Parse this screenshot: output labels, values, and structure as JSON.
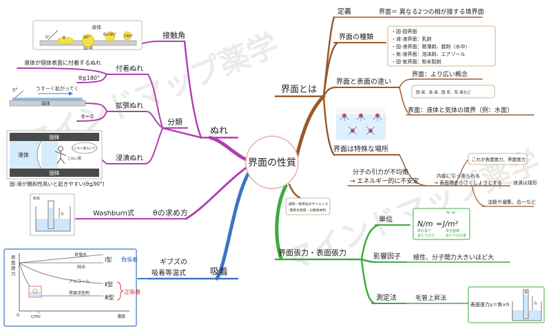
{
  "center": "界面の性質",
  "watermark": "マインドマップ薬学",
  "wet": {
    "title": "ぬれ",
    "contact_angle": "接触角",
    "contact_fig": {
      "liquid": "液体",
      "solid": "固体",
      "angles": [
        "0°",
        "θ",
        "90°",
        "θ>90°",
        "180°"
      ]
    },
    "classification": "分類",
    "adhesion": "付着ぬれ",
    "adhesion_desc": "液体が個体表面に付着するぬれ",
    "adhesion_cond": "θ≦180°",
    "spread": "拡張ぬれ",
    "spread_fig": {
      "angle": "0°",
      "desc": "うすーく拡がってく",
      "solid": "固体"
    },
    "spread_cond": "θ＝0",
    "immersion": "浸漬ぬれ",
    "immersion_fig": {
      "solid_top": "固体",
      "solid_bottom": "固体",
      "liquid": "液体",
      "bubble": "こっちへ来ないで…",
      "person": "こわい君"
    },
    "immersion_caption": "固-液が親和性高いと起きやすい(θ≦90°)",
    "theta_method": "θの求め方",
    "washburn": "Washburn式",
    "washburn_fig": {
      "label": "粉体",
      "h": "h"
    }
  },
  "adsorption": {
    "title": "吸着",
    "gibbs": [
      "ギブズの",
      "吸着等温式"
    ],
    "fig": {
      "y_label": [
        "表",
        "面",
        "張",
        "力"
      ],
      "x_origin": "0",
      "x_cmc": "cmc",
      "x_label": "濃度",
      "lines": [
        "食塩水",
        "純水",
        "アルコール",
        "界面活性剤"
      ],
      "types": [
        "Ⅰ型",
        "Ⅱ型",
        "Ⅲ型"
      ],
      "negative": "負吸着",
      "positive": "正吸着"
    }
  },
  "interface": {
    "title": "界面とは",
    "definition": "定義",
    "definition_text": "界面＝ 異なる2つの相が接する境界面",
    "types": "界面の種類",
    "type_list": [
      "・固-固界面",
      "・液-液界面：乳剤",
      "・固-液界面：懸濁剤、錠剤（水中）",
      "・気-液界面：泡沫剤、エアゾール",
      "・固-気界面：粉末製剤"
    ],
    "diff": "界面と表面の違い",
    "diff_interface": "界面：より広い概念",
    "diff_examples": "固-液、液-液、固-気、気-液など",
    "diff_surface": "表面：液体と気体の境界（例：水面）",
    "special": "界面は特殊な場所",
    "imbalance": [
      "分子の引力が不均衡",
      "→ エネルギー的に不安定"
    ],
    "note": "これが表面張力、界面張力",
    "inward": [
      "内部に引っ張られる",
      "→ 表面積を小さくしようとする"
    ],
    "sphere": "液滴は球形",
    "result": "沈殿や凝集、合一など",
    "pharma": [
      "薬剤・製剤化のサイエンス",
      "-製剤の性質・分散系材料"
    ]
  },
  "tension": {
    "title": "界面張力・表面張力",
    "unit": "単位",
    "unit_fig": {
      "top": "N･m",
      "lhs": "N/m",
      "eq": "=",
      "rhs": "J/m²",
      "lhs_note": [
        "単位長さ",
        "あたりの力"
      ],
      "rhs_note": [
        "単位面積",
        "あたりの仕事"
      ]
    },
    "factor": "影響因子",
    "factor_text": "極性、分子間力大きいほど大",
    "measure": "測定法",
    "capillary": "毛管上昇法",
    "capillary_formula": "表面張力γ＝係×h",
    "capillary_fig": {
      "theta": "θ",
      "h": "h"
    }
  }
}
